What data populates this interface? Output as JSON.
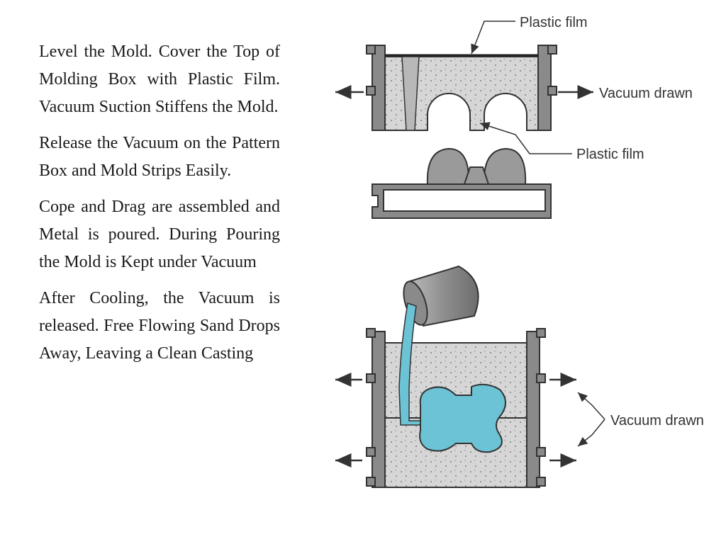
{
  "paragraphs": [
    "Level the Mold. Cover the Top of Molding Box with Plastic Film. Vacuum Suction Stiffens the Mold.",
    "Release the Vacuum on the Pattern Box and Mold Strips Easily.",
    "Cope and Drag are assembled and Metal is poured. During Pouring the Mold is Kept under Vacuum",
    "After Cooling, the Vacuum is released. Free Flowing Sand Drops Away, Leaving a Clean Casting"
  ],
  "figure_top": {
    "label_plastic_film_top": "Plastic film",
    "label_vacuum": "Vacuum drawn",
    "label_plastic_film_bottom": "Plastic film"
  },
  "figure_bottom": {
    "label_vacuum": "Vacuum drawn"
  },
  "colors": {
    "sand": "#d6d6d6",
    "wall": "#8a8a8a",
    "metal": "#6cc3d5",
    "ladle": "#9a9a9a"
  }
}
